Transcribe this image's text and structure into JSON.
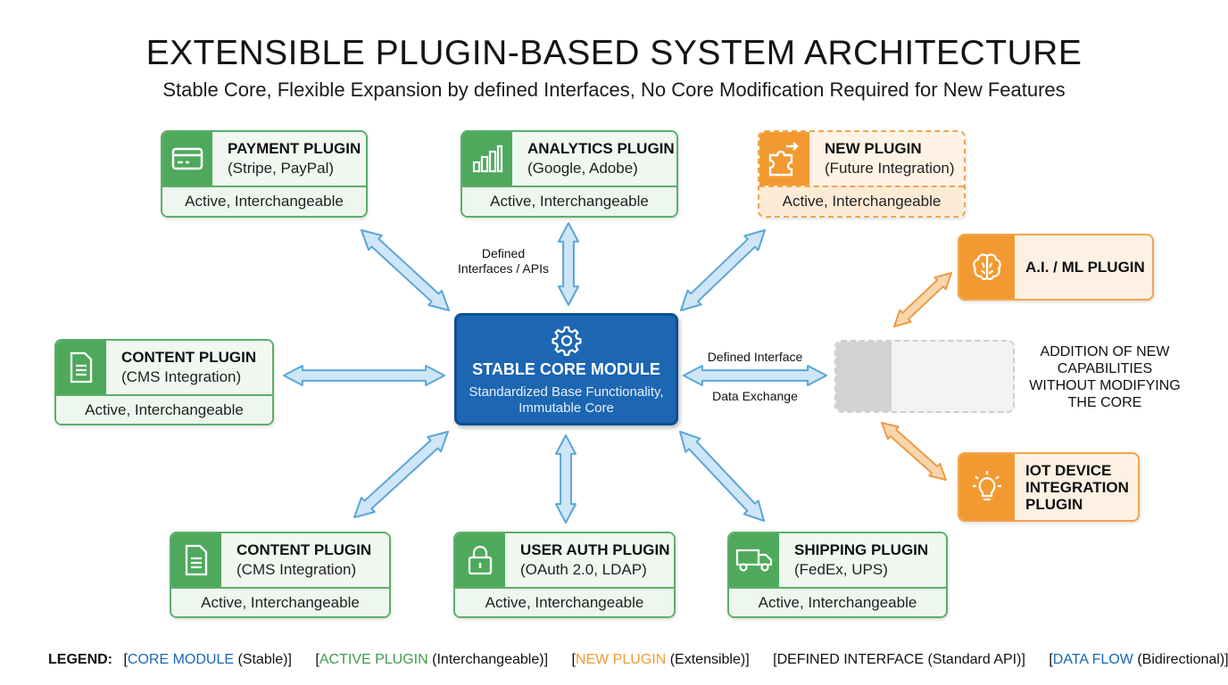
{
  "title": "EXTENSIBLE PLUGIN-BASED SYSTEM ARCHITECTURE",
  "subtitle": "Stable Core, Flexible Expansion by defined Interfaces, No Core Modification Required for New Features",
  "core": {
    "name": "STABLE CORE MODULE",
    "line1": "Standardized Base Functionality,",
    "line2": "Immutable Core",
    "icon": "gear-icon"
  },
  "plugins": {
    "payment": {
      "name": "PAYMENT PLUGIN",
      "sub": "(Stripe, PayPal)",
      "status": "Active, Interchangeable",
      "icon": "credit-card-icon"
    },
    "analytics": {
      "name": "ANALYTICS PLUGIN",
      "sub": "(Google, Adobe)",
      "status": "Active, Interchangeable",
      "icon": "bar-chart-icon"
    },
    "new": {
      "name": "NEW PLUGIN",
      "sub": "(Future Integration)",
      "status": "Active, Interchangeable",
      "icon": "puzzle-piece-icon"
    },
    "content_left": {
      "name": "CONTENT PLUGIN",
      "sub": "(CMS Integration)",
      "status": "Active, Interchangeable",
      "icon": "document-icon"
    },
    "content_bottom": {
      "name": "CONTENT PLUGIN",
      "sub": "(CMS Integration)",
      "status": "Active, Interchangeable",
      "icon": "document-icon"
    },
    "auth": {
      "name": "USER AUTH PLUGIN",
      "sub": "(OAuth 2.0, LDAP)",
      "status": "Active, Interchangeable",
      "icon": "lock-icon"
    },
    "shipping": {
      "name": "SHIPPING PLUGIN",
      "sub": "(FedEx, UPS)",
      "status": "Active, Interchangeable",
      "icon": "truck-icon"
    }
  },
  "side_plugins": {
    "ai": {
      "label": "A.I. / ML PLUGIN",
      "icon": "brain-icon"
    },
    "iot": {
      "line1": "IOT DEVICE",
      "line2": "INTEGRATION",
      "line3": "PLUGIN",
      "icon": "lightbulb-icon"
    }
  },
  "labels": {
    "defined_interfaces_1": "Defined",
    "defined_interfaces_2": "Interfaces / APIs",
    "defined_interface": "Defined Interface",
    "data_exchange": "Data Exchange"
  },
  "addition_note": {
    "line1": "ADDITION OF NEW",
    "line2": "CAPABILITIES",
    "line3": "WITHOUT MODIFYING",
    "line4": "THE CORE"
  },
  "legend": {
    "heading": "LEGEND:",
    "core_key": "CORE MODULE",
    "core_desc": "(Stable)",
    "active_key": "ACTIVE PLUGIN",
    "active_desc": "(Interchangeable)",
    "new_key": "NEW PLUGIN",
    "new_desc": "(Extensible)",
    "iface_key": "DEFINED INTERFACE",
    "iface_desc": "(Standard API)",
    "flow_key": "DATA FLOW",
    "flow_desc": "(Bidirectional)"
  },
  "colors": {
    "core_blue": "#1c66b3",
    "active_green": "#4fa95d",
    "new_orange": "#f29a31",
    "arrow_blue": "#cfe6f6",
    "arrow_orange": "#f8d6ac"
  }
}
